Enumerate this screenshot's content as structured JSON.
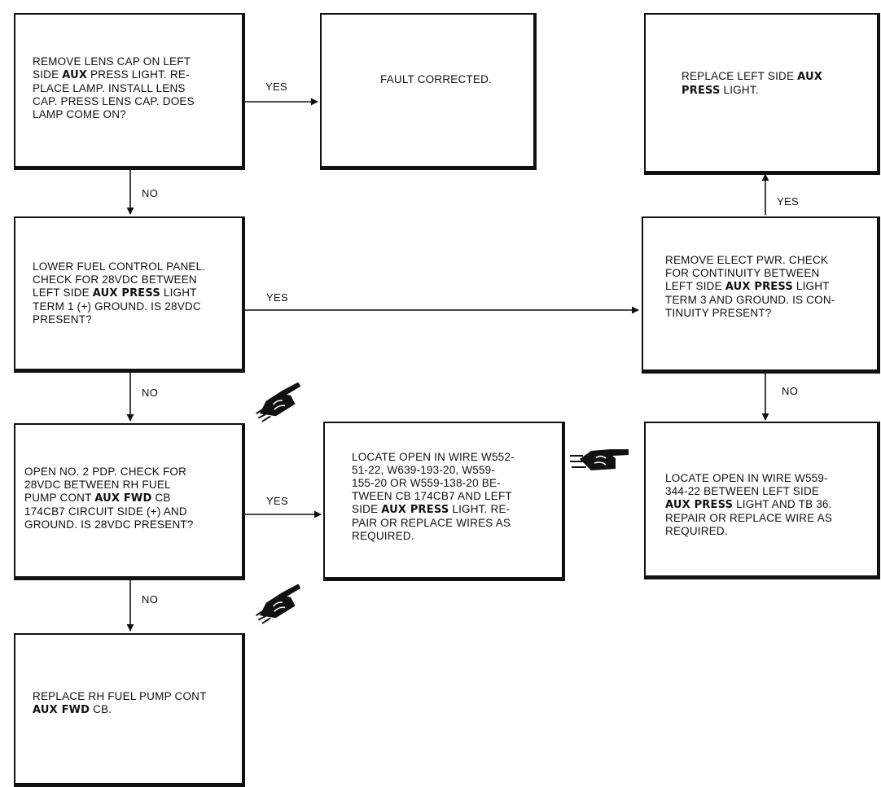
{
  "boxes": {
    "b1": [
      {
        "t": "REMOVE LENS CAP ON LEFT"
      },
      {
        "t": "SIDE ",
        "b": "AUX",
        "a": " PRESS LIGHT. RE-"
      },
      {
        "t": "PLACE LAMP. INSTALL LENS"
      },
      {
        "t": "CAP. PRESS LENS CAP. DOES"
      },
      {
        "t": "LAMP COME ON?"
      }
    ],
    "b2": [
      {
        "t": "FAULT CORRECTED."
      }
    ],
    "b3": [
      {
        "t": "REPLACE LEFT SIDE ",
        "b": "AUX"
      },
      {
        "t": "",
        "b": "PRESS",
        "a": " LIGHT."
      }
    ],
    "b4": [
      {
        "t": "LOWER FUEL CONTROL PANEL."
      },
      {
        "t": "CHECK FOR 28VDC BETWEEN"
      },
      {
        "t": "LEFT SIDE ",
        "b": "AUX PRESS",
        "a": " LIGHT"
      },
      {
        "t": "TERM 1 (+) GROUND. IS 28VDC"
      },
      {
        "t": "PRESENT?"
      }
    ],
    "b5": [
      {
        "t": "REMOVE ELECT PWR. CHECK"
      },
      {
        "t": "FOR CONTINUITY BETWEEN"
      },
      {
        "t": "LEFT SIDE ",
        "b": "AUX PRESS",
        "a": " LIGHT"
      },
      {
        "t": "TERM 3 AND GROUND. IS CON-"
      },
      {
        "t": "TINUITY PRESENT?"
      }
    ],
    "b6": [
      {
        "t": "OPEN NO. 2 PDP. CHECK FOR"
      },
      {
        "t": "28VDC BETWEEN RH FUEL"
      },
      {
        "t": "PUMP CONT ",
        "b": "AUX FWD",
        "a": " CB"
      },
      {
        "t": "174CB7 CIRCUIT SIDE (+) AND"
      },
      {
        "t": "GROUND. IS 28VDC PRESENT?"
      }
    ],
    "b7": [
      {
        "t": "LOCATE OPEN IN WIRE W552-"
      },
      {
        "t": "51-22, W639-193-20, W559-"
      },
      {
        "t": "155-20 OR W559-138-20 BE-"
      },
      {
        "t": "TWEEN CB 174CB7 AND LEFT"
      },
      {
        "t": "SIDE ",
        "b": "AUX PRESS",
        "a": " LIGHT. RE-"
      },
      {
        "t": "PAIR OR REPLACE WIRES AS"
      },
      {
        "t": "REQUIRED."
      }
    ],
    "b8": [
      {
        "t": "LOCATE OPEN IN WIRE W559-"
      },
      {
        "t": "344-22 BETWEEN LEFT SIDE"
      },
      {
        "t": "",
        "b": "AUX PRESS",
        "a": " LIGHT AND TB 36."
      },
      {
        "t": "REPAIR OR REPLACE WIRE AS"
      },
      {
        "t": "REQUIRED."
      }
    ],
    "b9": [
      {
        "t": "REPLACE RH FUEL PUMP CONT"
      },
      {
        "t": "",
        "b": "AUX FWD",
        "a": " CB."
      }
    ]
  },
  "labels": {
    "yes_1_2": "YES",
    "no_1_4": "NO",
    "yes_4_5": "YES",
    "yes_5_3": "YES",
    "no_4_6": "NO",
    "no_5_8": "NO",
    "yes_6_7": "YES",
    "no_6_9": "NO"
  }
}
